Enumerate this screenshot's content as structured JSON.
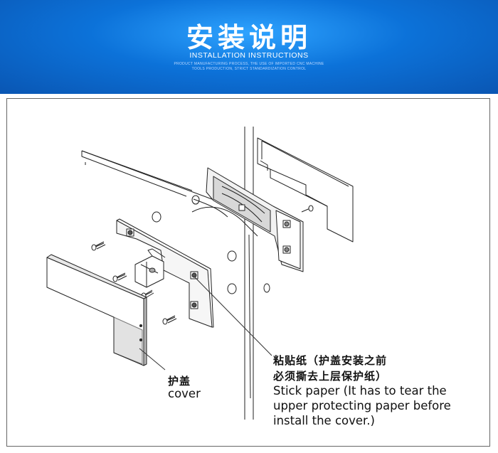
{
  "header": {
    "title": "安装说明",
    "subtitle": "INSTALLATION INSTRUCTIONS",
    "fine_line1": "PRODUCT MANUFACTURING PROCESS, THE USE OF IMPORTED CNC MACHINE",
    "fine_line2": "TOOLS PRODUCTION, STRICT STANDARDIZATION CONTROL"
  },
  "labels": {
    "cover_cn": "护盖",
    "cover_en": "cover",
    "stick_cn_line1": "粘贴纸（护盖安装之前",
    "stick_cn_line2": "必须撕去上层保护纸）",
    "stick_en_line1": "Stick paper (It has to tear the",
    "stick_en_line2": "upper protecting paper before",
    "stick_en_line3": "install the cover.)"
  }
}
